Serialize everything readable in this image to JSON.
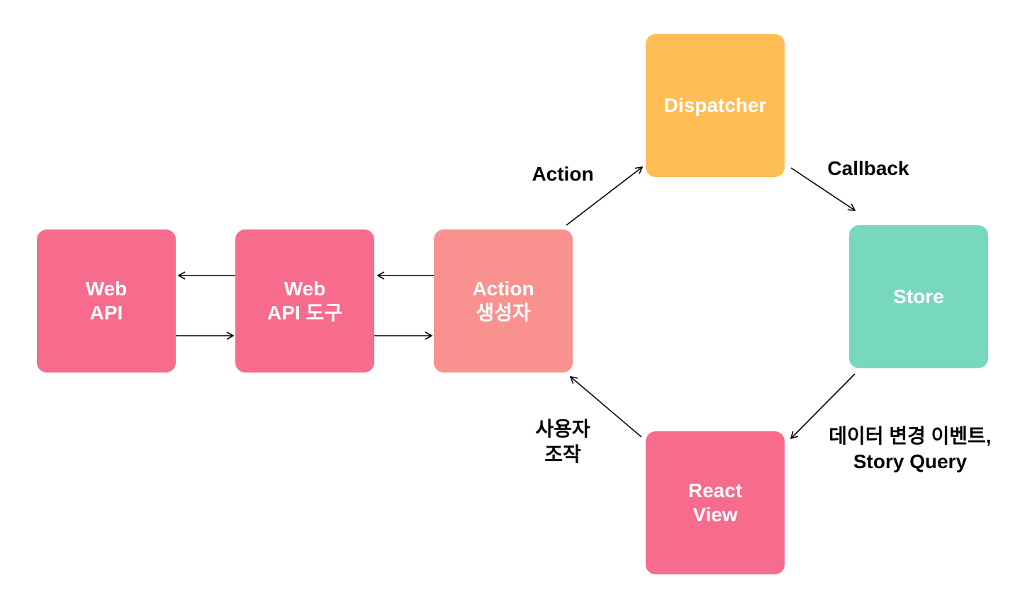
{
  "colors": {
    "web_api": "#f76b8c",
    "web_api_tool": "#f76b8c",
    "action_creator": "#f9928f",
    "dispatcher": "#ffbe55",
    "store": "#78d8bc",
    "react_view": "#f76b8c",
    "arrow": "#000000"
  },
  "nodes": {
    "web_api": {
      "line1": "Web",
      "line2": "API"
    },
    "web_api_tool": {
      "line1": "Web",
      "line2": "API 도구"
    },
    "action_creator": {
      "line1": "Action",
      "line2": "생성자"
    },
    "dispatcher": {
      "line1": "Dispatcher"
    },
    "store": {
      "line1": "Store"
    },
    "react_view": {
      "line1": "React",
      "line2": "View"
    }
  },
  "edge_labels": {
    "action": {
      "line1": "Action"
    },
    "callback": {
      "line1": "Callback"
    },
    "data_change": {
      "line1": "데이터 변경 이벤트,",
      "line2": "Story Query"
    },
    "user_action": {
      "line1": "사용자",
      "line2": "조작"
    }
  }
}
